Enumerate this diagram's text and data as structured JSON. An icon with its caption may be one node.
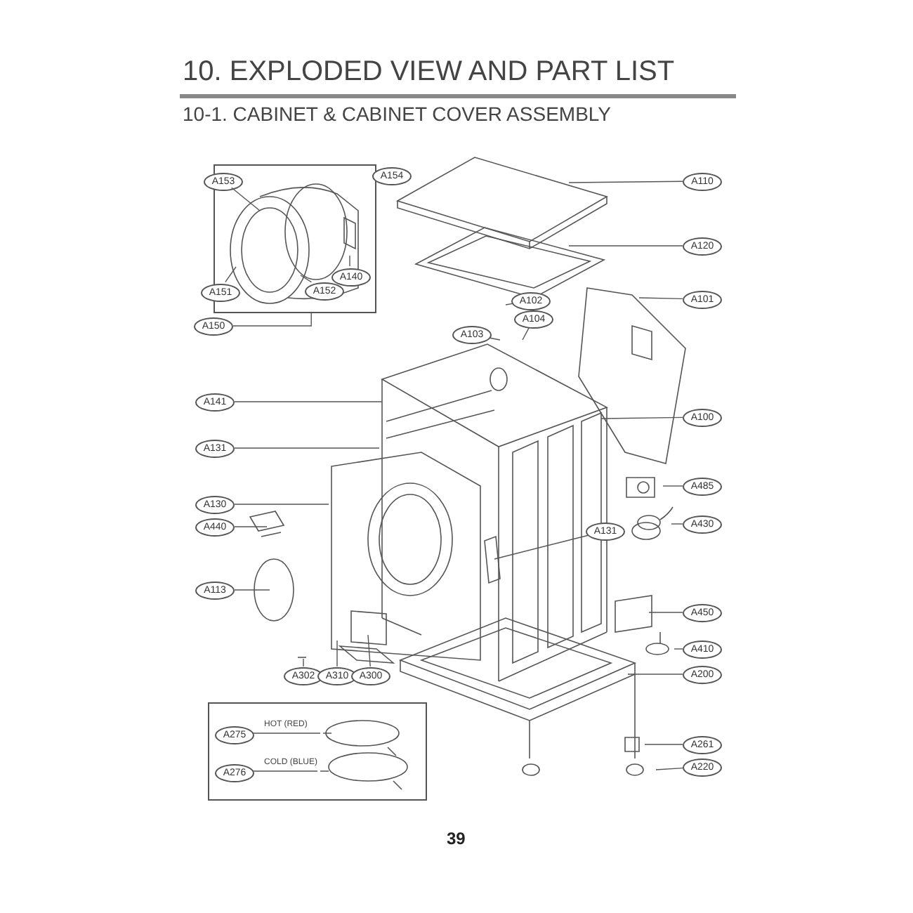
{
  "diagram": {
    "title": "10. EXPLODED VIEW AND PART LIST",
    "nodes": [
      {
        "text": [],
        "shape": "box"
      },
      {
        "text": [
          "A153"
        ],
        "in": 0
      },
      {
        "text": [
          "A154"
        ]
      },
      {
        "text": [
          "A151"
        ],
        "in": 0
      },
      {
        "text": [
          "A152"
        ],
        "in": 0
      },
      {
        "text": [
          "A140"
        ],
        "in": 0
      },
      {
        "text": [
          "A150"
        ]
      },
      {
        "text": [
          "A110"
        ]
      },
      {
        "text": [
          "A120"
        ]
      },
      {
        "text": [
          "A101"
        ]
      },
      {
        "text": [
          "A102"
        ]
      },
      {
        "text": [
          "A104"
        ]
      },
      {
        "text": [
          "A103"
        ]
      },
      {
        "text": [
          "A141"
        ]
      },
      {
        "text": [
          "A131"
        ]
      },
      {
        "text": [
          "A100"
        ]
      },
      {
        "text": [
          "A130"
        ]
      },
      {
        "text": [
          "A485"
        ]
      },
      {
        "text": [
          "A440"
        ]
      },
      {
        "text": [
          "A430"
        ]
      },
      {
        "text": [
          "A131"
        ]
      },
      {
        "text": [
          "A113"
        ]
      },
      {
        "text": [
          "A450"
        ]
      },
      {
        "text": [
          "A410"
        ]
      },
      {
        "text": [
          "A302"
        ]
      },
      {
        "text": [
          "A310"
        ]
      },
      {
        "text": [
          "A300"
        ]
      },
      {
        "text": [
          "A200"
        ]
      },
      {
        "text": [],
        "shape": "box"
      },
      {
        "text": [
          "A275"
        ],
        "in": 28
      },
      {
        "text": [
          "A276"
        ],
        "in": 28
      },
      {
        "text": [
          "A261"
        ]
      },
      {
        "text": [
          "A220"
        ]
      }
    ],
    "edges": [
      {
        "from": 1,
        "to": null,
        "arrow": "none"
      },
      {
        "from": 2,
        "to": null,
        "arrow": "none"
      },
      {
        "from": 3,
        "to": null,
        "arrow": "none"
      },
      {
        "from": 4,
        "to": null,
        "arrow": "none"
      },
      {
        "from": 5,
        "to": null,
        "arrow": "none"
      },
      {
        "from": 6,
        "to": 0,
        "arrow": "none"
      },
      {
        "from": 7,
        "to": null,
        "arrow": "none"
      },
      {
        "from": 8,
        "to": null,
        "arrow": "none"
      },
      {
        "from": 9,
        "to": null,
        "arrow": "none"
      },
      {
        "from": 10,
        "to": null,
        "arrow": "none"
      },
      {
        "from": 11,
        "to": null,
        "arrow": "none"
      },
      {
        "from": 12,
        "to": null,
        "arrow": "none"
      },
      {
        "from": 13,
        "to": null,
        "arrow": "none"
      },
      {
        "from": 14,
        "to": null,
        "arrow": "none"
      },
      {
        "from": 15,
        "to": null,
        "arrow": "none"
      },
      {
        "from": 16,
        "to": null,
        "arrow": "none"
      },
      {
        "from": 17,
        "to": null,
        "arrow": "none"
      },
      {
        "from": 18,
        "to": null,
        "arrow": "none"
      },
      {
        "from": 19,
        "to": null,
        "arrow": "none"
      },
      {
        "from": 20,
        "to": null,
        "arrow": "none"
      },
      {
        "from": 21,
        "to": null,
        "arrow": "none"
      },
      {
        "from": 22,
        "to": null,
        "arrow": "none"
      },
      {
        "from": 23,
        "to": null,
        "arrow": "none"
      },
      {
        "from": 24,
        "to": null,
        "arrow": "none"
      },
      {
        "from": 25,
        "to": null,
        "arrow": "none"
      },
      {
        "from": 26,
        "to": null,
        "arrow": "none"
      },
      {
        "from": 27,
        "to": null,
        "arrow": "none"
      },
      {
        "from": 29,
        "to": null,
        "arrow": "none",
        "label": "HOT (RED)"
      },
      {
        "from": 30,
        "to": null,
        "arrow": "none",
        "label": "COLD (BLUE)"
      },
      {
        "from": 31,
        "to": null,
        "arrow": "none"
      },
      {
        "from": 32,
        "to": null,
        "arrow": "none"
      }
    ],
    "labels": [
      "10-1. CABINET & CABINET COVER ASSEMBLY",
      "39"
    ]
  }
}
